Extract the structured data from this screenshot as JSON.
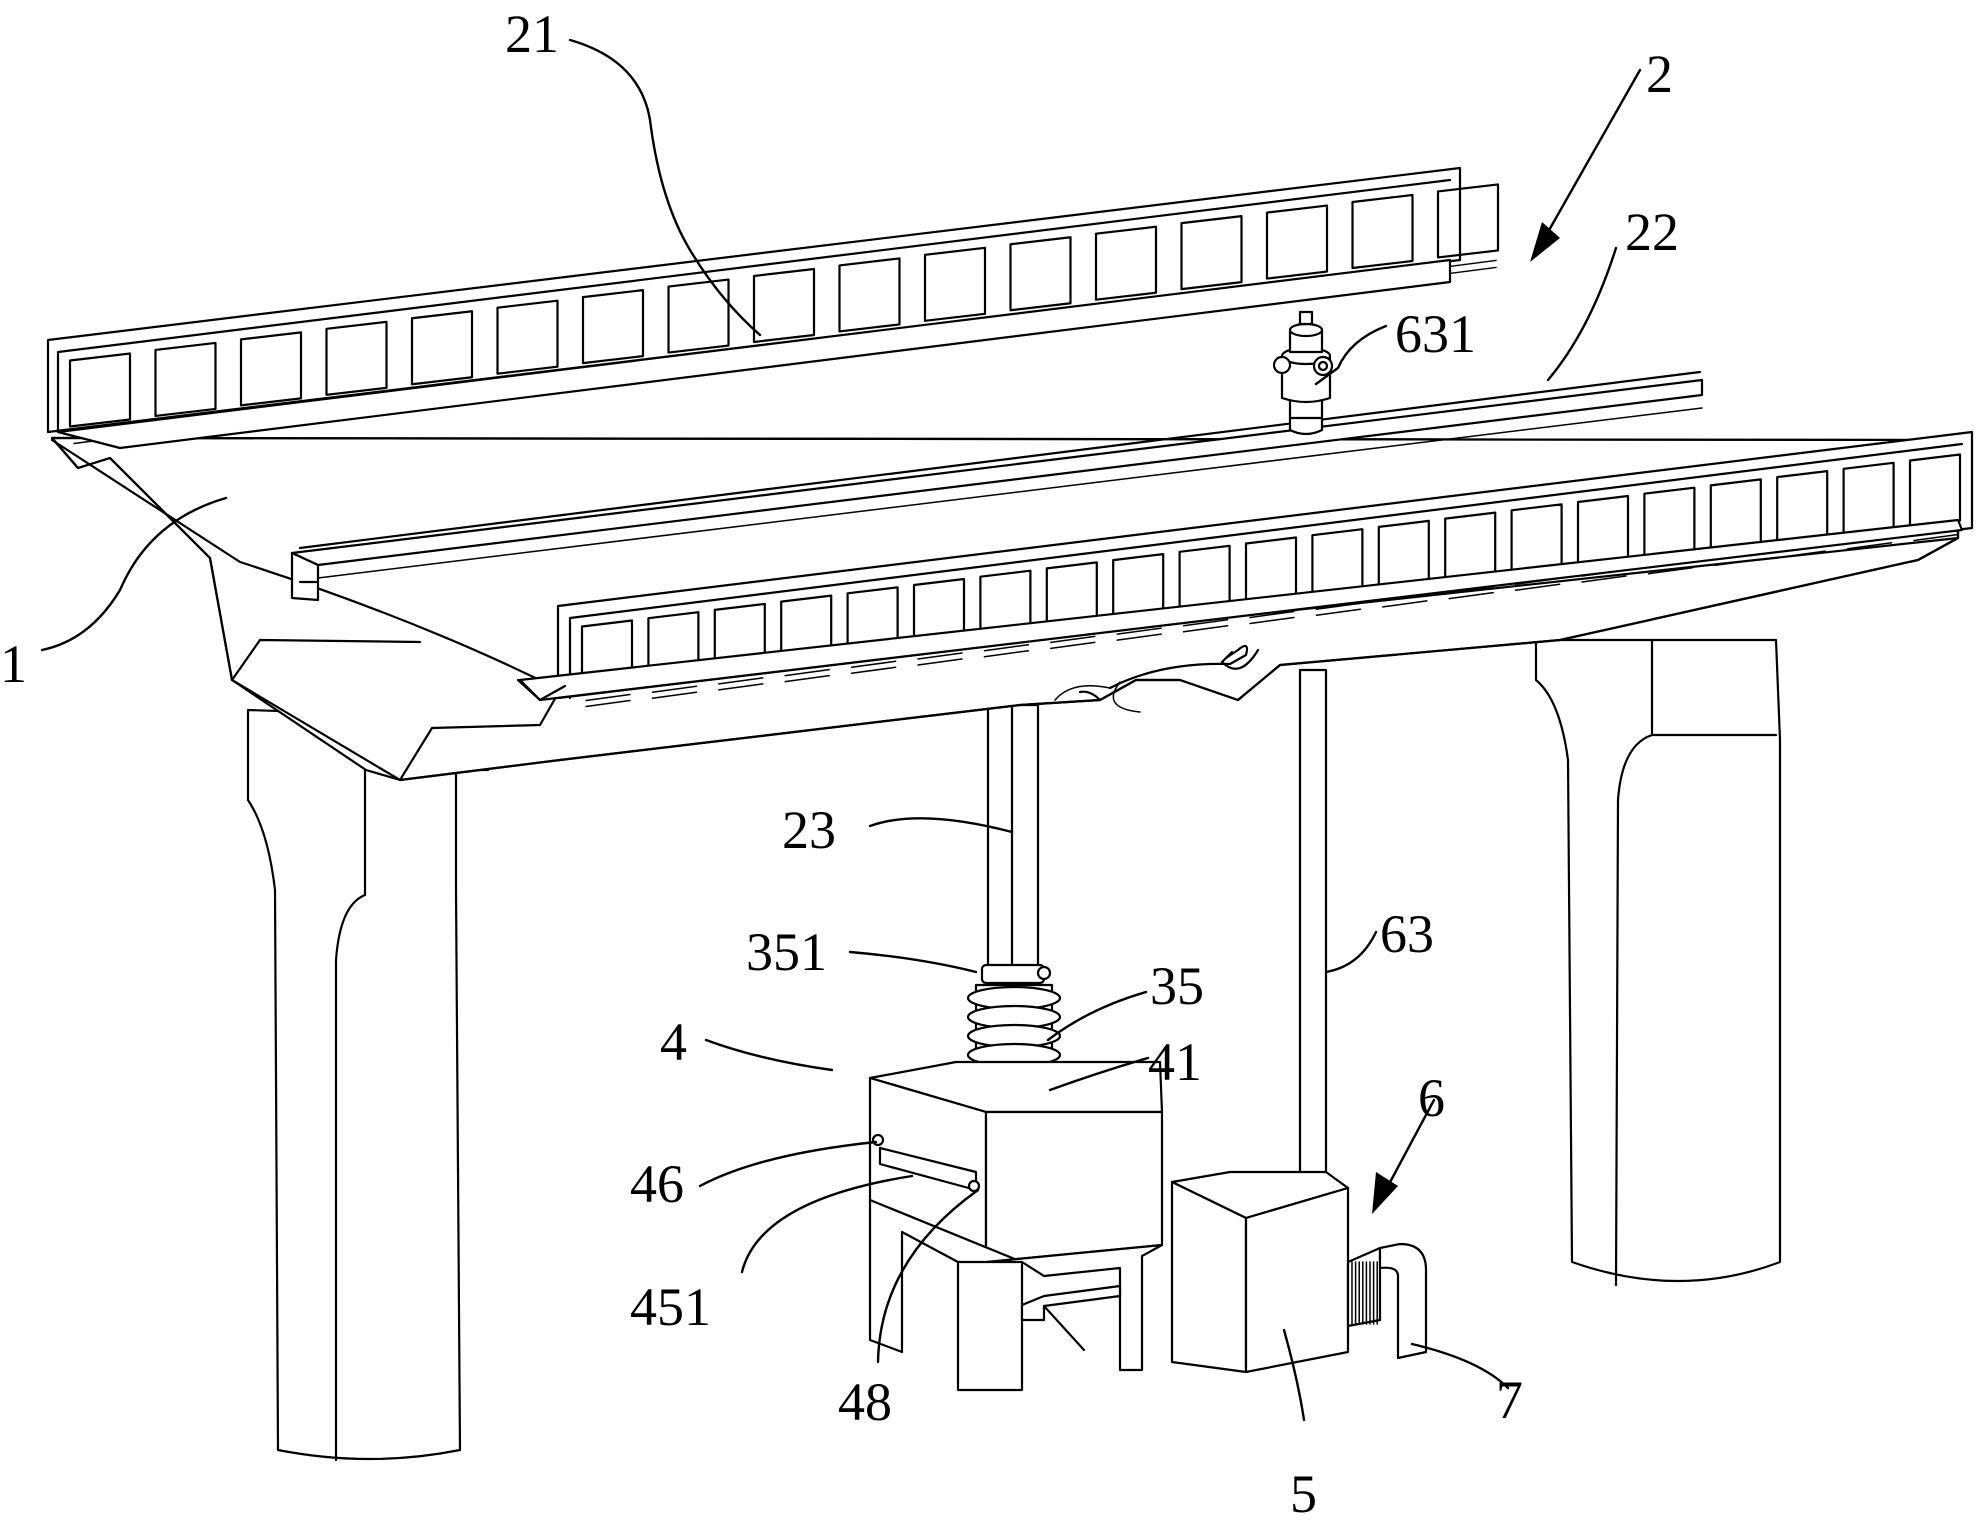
{
  "figure": {
    "labels": [
      {
        "id": "1",
        "text": "1"
      },
      {
        "id": "2",
        "text": "2"
      },
      {
        "id": "21",
        "text": "21"
      },
      {
        "id": "22",
        "text": "22"
      },
      {
        "id": "23",
        "text": "23"
      },
      {
        "id": "631",
        "text": "631"
      },
      {
        "id": "63",
        "text": "63"
      },
      {
        "id": "351",
        "text": "351"
      },
      {
        "id": "35",
        "text": "35"
      },
      {
        "id": "41",
        "text": "41"
      },
      {
        "id": "4",
        "text": "4"
      },
      {
        "id": "46",
        "text": "46"
      },
      {
        "id": "451",
        "text": "451"
      },
      {
        "id": "48",
        "text": "48"
      },
      {
        "id": "6",
        "text": "6"
      },
      {
        "id": "5",
        "text": "5"
      },
      {
        "id": "7",
        "text": "7"
      }
    ]
  }
}
